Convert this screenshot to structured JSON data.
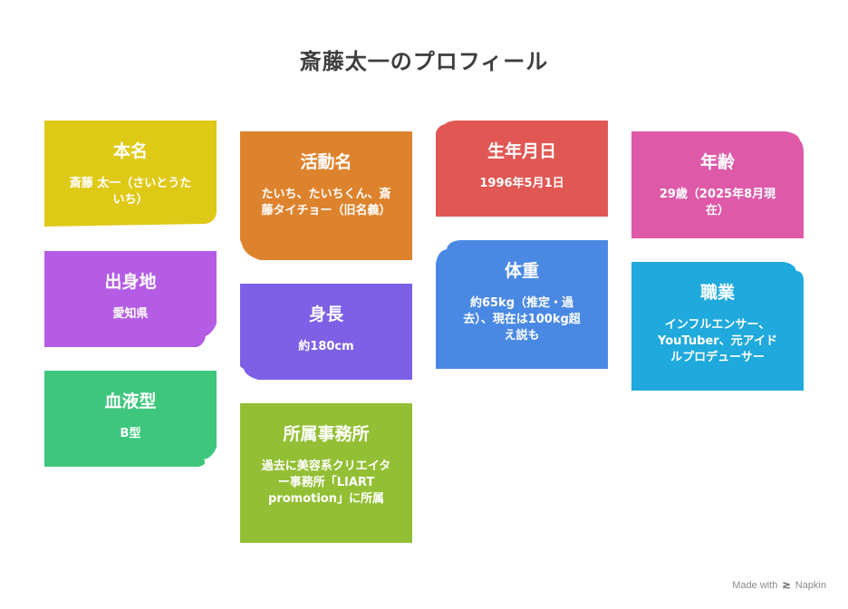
{
  "title": "斎藤太一のプロフィール",
  "cards": {
    "real_name": {
      "heading": "本名",
      "text": "斎藤 太一（さいとうたいち）",
      "color": "#dfc917"
    },
    "activity_name": {
      "heading": "活動名",
      "text": "たいち、たいちくん、斎藤タイチョー（旧名義）",
      "color": "#de832d"
    },
    "birthday": {
      "heading": "生年月日",
      "text": "1996年5月1日",
      "color": "#e05753"
    },
    "age": {
      "heading": "年齢",
      "text": "29歳（2025年8月現在）",
      "color": "#de5aa8"
    },
    "birthplace": {
      "heading": "出身地",
      "text": "愛知県",
      "color": "#b45de4"
    },
    "height": {
      "heading": "身長",
      "text": "約180cm",
      "color": "#7d60e6"
    },
    "weight": {
      "heading": "体重",
      "text": "約65kg（推定・過去）、現在は100kg超え説も",
      "color": "#4a89e3"
    },
    "occupation": {
      "heading": "職業",
      "text": "インフルエンサー、YouTuber、元アイドルプロデューサー",
      "color": "#1fa9dc"
    },
    "blood_type": {
      "heading": "血液型",
      "text": "B型",
      "color": "#3ec67d"
    },
    "agency": {
      "heading": "所属事務所",
      "text": "過去に美容系クリエイター事務所「LIART promotion」に所属",
      "color": "#93bf35"
    }
  },
  "footer": {
    "made_with": "Made with",
    "brand": "Napkin"
  }
}
